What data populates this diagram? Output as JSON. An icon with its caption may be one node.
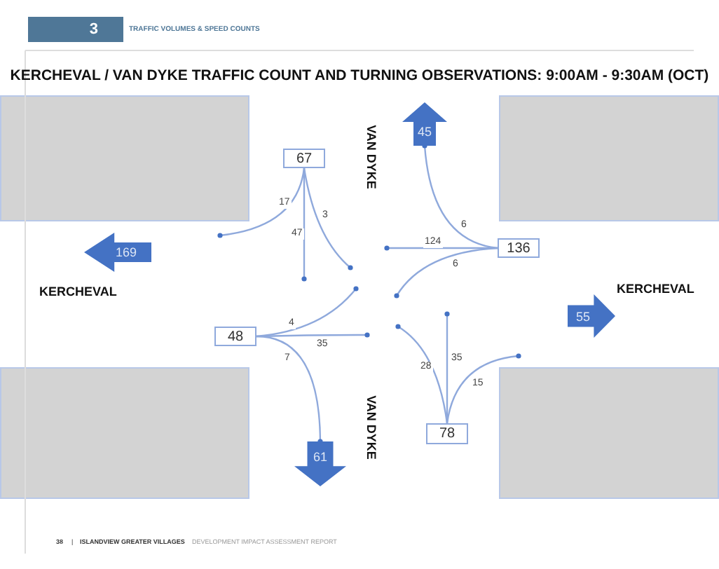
{
  "diagram": {
    "title": "KERCHEVAL / VAN DYKE TRAFFIC COUNT AND TURNING OBSERVATIONS: 9:00AM - 9:30AM (OCT)",
    "nodes": [
      {
        "text": [
          "3"
        ],
        "beside": [
          "TRAFFIC VOLUMES & SPEED COUNTS"
        ]
      },
      {
        "text": [
          "45"
        ]
      },
      {
        "text": [
          "67"
        ]
      },
      {
        "text": [
          "169"
        ]
      },
      {
        "text": [
          "136"
        ]
      },
      {
        "text": [
          "48"
        ]
      },
      {
        "text": [
          "55"
        ]
      },
      {
        "text": [
          "61"
        ]
      },
      {
        "text": [
          "78"
        ]
      }
    ],
    "edges": [
      {
        "from": 2,
        "to": null,
        "arrow": "other",
        "label": "17"
      },
      {
        "from": 2,
        "to": null,
        "arrow": "other",
        "label": "47"
      },
      {
        "from": 2,
        "to": null,
        "arrow": "other",
        "label": "3"
      },
      {
        "from": 4,
        "to": 1,
        "arrow": "other",
        "label": "6"
      },
      {
        "from": 4,
        "to": null,
        "arrow": "other",
        "label": "124"
      },
      {
        "from": 4,
        "to": null,
        "arrow": "other",
        "label": "6"
      },
      {
        "from": 5,
        "to": null,
        "arrow": "other",
        "label": "4"
      },
      {
        "from": 5,
        "to": null,
        "arrow": "other",
        "label": "35"
      },
      {
        "from": 5,
        "to": 7,
        "arrow": "other",
        "label": "7"
      },
      {
        "from": 8,
        "to": null,
        "arrow": "other",
        "label": "28"
      },
      {
        "from": 8,
        "to": null,
        "arrow": "other",
        "label": "35"
      },
      {
        "from": 8,
        "to": null,
        "arrow": "other",
        "label": "15"
      }
    ],
    "labels": [
      "VAN DYKE",
      "KERCHEVAL",
      "KERCHEVAL",
      "VAN DYKE",
      "38",
      "|",
      "ISLANDVIEW GREATER VILLAGES",
      "DEVELOPMENT IMPACT ASSESSMENT REPORT"
    ]
  }
}
